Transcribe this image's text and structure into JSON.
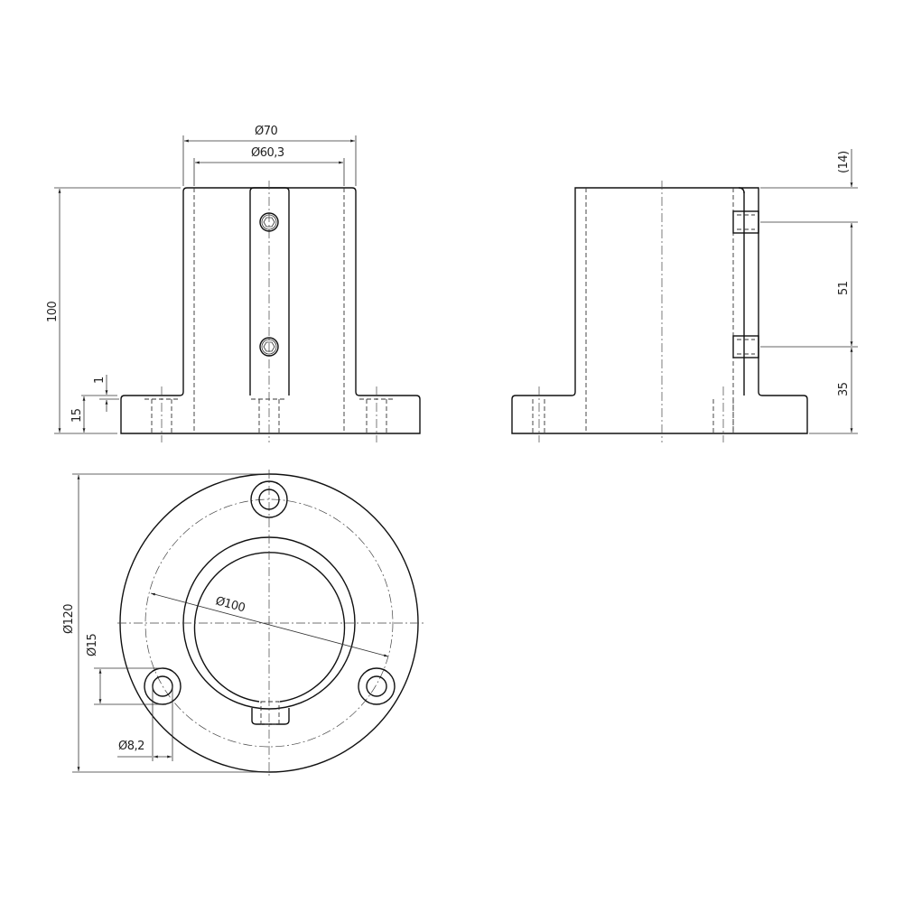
{
  "front_view": {
    "dim_outer_diameter": "Ø70",
    "dim_inner_diameter": "Ø60,3",
    "dim_height": "100",
    "dim_flange": "15",
    "dim_step": "1"
  },
  "side_view": {
    "dim_top": "(14)",
    "dim_screw_spacing": "51",
    "dim_screw_height": "35"
  },
  "top_view": {
    "dim_flange_diameter": "Ø120",
    "dim_bolt_circle": "Ø100",
    "dim_counterbore": "Ø15",
    "dim_hole": "Ø8,2"
  },
  "colors": {
    "line": "#111111",
    "background": "#ffffff"
  }
}
